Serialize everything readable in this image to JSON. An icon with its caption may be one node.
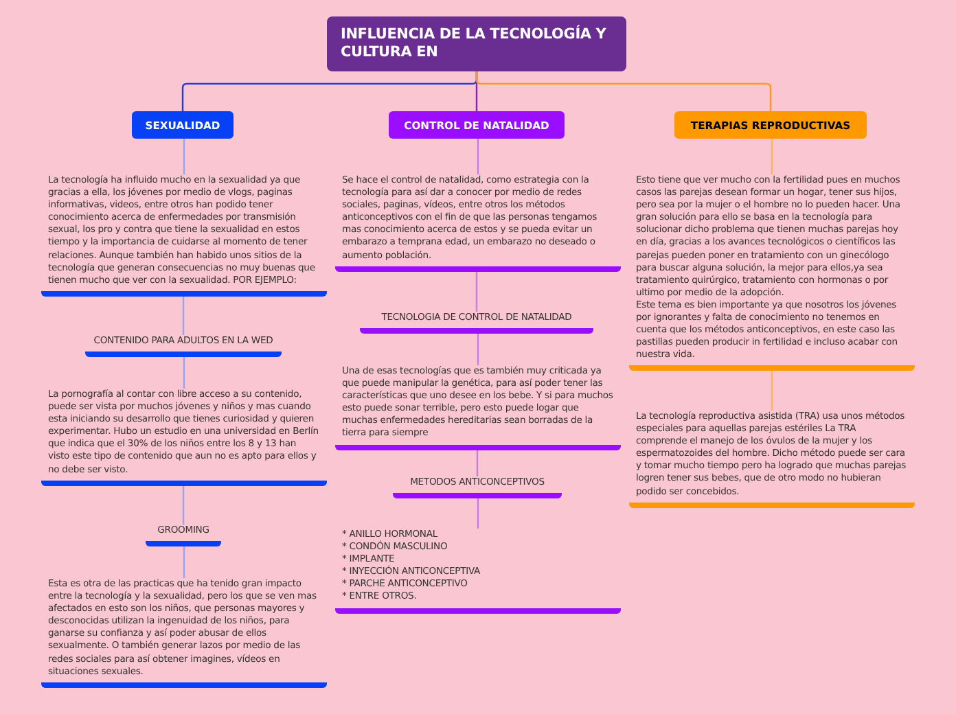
{
  "diagram": {
    "nodes": [
      {
        "text": [
          "INFLUENCIA DE LA TECNOLOGÍA Y CULTURA EN"
        ]
      },
      {
        "text": [
          "SEXUALIDAD"
        ]
      },
      {
        "text": [
          "CONTROL DE NATALIDAD"
        ]
      },
      {
        "text": [
          "TERAPIAS REPRODUCTIVAS"
        ]
      },
      {
        "text": [
          "La tecnología ha influido mucho en la sexualidad ya que gracias a ella, los jóvenes por medio de vlogs, paginas informativas, videos, entre otros han podido tener conocimiento acerca de enfermedades por transmisión sexual, los pro y contra que tiene la sexualidad en estos tiempo y la importancia de cuidarse al momento de tener relaciones. Aunque también han habido unos sitios de la tecnología que generan consecuencias no muy buenas que tienen mucho que ver con la sexualidad. POR EJEMPLO:"
        ]
      },
      {
        "text": [
          "CONTENIDO PARA ADULTOS EN LA WED"
        ]
      },
      {
        "text": [
          "La pornografía al contar con libre acceso a su contenido, puede ser vista por muchos jóvenes y niños y mas cuando esta iniciando su desarrollo que tienes curiosidad y quieren experimentar. Hubo un estudio en una universidad en Berlín que indica que el 30% de los niños entre los 8 y 13 han visto este tipo de contenido que aun no es apto para ellos y no debe ser visto."
        ]
      },
      {
        "text": [
          "GROOMING"
        ]
      },
      {
        "text": [
          "Esta es otra de las practicas que ha tenido gran impacto entre la tecnología y la sexualidad, pero los que se ven mas afectados en esto son los niños, que personas mayores y desconocidas utilizan la ingenuidad de los niños, para ganarse su confianza y así poder abusar de ellos sexualmente. O también generar lazos por medio de las redes sociales para así obtener imagines, vídeos en situaciones sexuales."
        ]
      },
      {
        "text": [
          "Se hace el control de natalidad, como estrategia con la tecnología para así dar a conocer por medio de redes sociales, paginas, vídeos, entre otros los métodos anticonceptivos con el fin de que las personas tengamos mas conocimiento acerca de estos y se pueda evitar un embarazo a temprana edad, un embarazo no deseado o aumento población."
        ]
      },
      {
        "text": [
          "TECNOLOGIA DE CONTROL DE NATALIDAD"
        ]
      },
      {
        "text": [
          "Una de esas tecnologías que es también muy criticada ya que puede manipular la genética, para así poder tener las características que uno desee en los bebe. Y si para muchos esto puede sonar terrible, pero esto puede logar que muchas enfermedades hereditarias sean borradas de la tierra para siempre"
        ]
      },
      {
        "text": [
          "METODOS ANTICONCEPTIVOS"
        ]
      },
      {
        "text": [
          "* ANILLO HORMONAL",
          "* CONDÓN MASCULINO",
          "* IMPLANTE",
          "* INYECCIÓN ANTICONCEPTIVA",
          "* PARCHE ANTICONCEPTIVO",
          "* ENTRE OTROS."
        ]
      },
      {
        "text": [
          "Esto tiene que ver mucho con la fertilidad pues en muchos casos las parejas desean formar un hogar, tener sus hijos, pero sea por la mujer o el hombre no lo pueden hacer. Una gran solución para ello se basa en la tecnología para solucionar dicho problema que tienen muchas parejas hoy en día, gracias a los avances tecnológicos o científicos las parejas pueden poner en tratamiento con un ginecólogo para buscar alguna solución, la mejor para ellos,ya sea tratamiento quirúrgico, tratamiento con hormonas o por ultimo por medio de la adopción.",
          "Este tema es bien importante ya que nosotros los jóvenes por ignorantes y falta de conocimiento no tenemos en cuenta que los métodos anticonceptivos, en este caso las pastillas pueden producir in fertilidad e incluso acabar con nuestra vida."
        ]
      },
      {
        "text": [
          "La tecnología reproductiva asistida (TRA) usa unos métodos especiales para aquellas parejas estériles La TRA comprende el manejo de los óvulos de la mujer y los espermatozoides del hombre. Dicho método puede ser cara y tomar mucho tiempo  pero ha logrado que muchas parejas logren tener sus bebes, que de otro modo no hubieran podido ser concebidos."
        ]
      }
    ],
    "edges": [
      {
        "from": 0,
        "to": 1,
        "arrow": "none",
        "color": "#1f3fe0"
      },
      {
        "from": 0,
        "to": 2,
        "arrow": "none",
        "color": "#8a1fc8"
      },
      {
        "from": 0,
        "to": 3,
        "arrow": "none",
        "color": "#ff9a1a"
      },
      {
        "from": 1,
        "to": 4,
        "arrow": "none",
        "color": "#9aa4ee"
      },
      {
        "from": 4,
        "to": 5,
        "arrow": "none",
        "color": "#9aa4ee"
      },
      {
        "from": 5,
        "to": 6,
        "arrow": "none",
        "color": "#9aa4ee"
      },
      {
        "from": 6,
        "to": 7,
        "arrow": "none",
        "color": "#9aa4ee"
      },
      {
        "from": 7,
        "to": 8,
        "arrow": "none",
        "color": "#9aa4ee"
      },
      {
        "from": 2,
        "to": 9,
        "arrow": "none",
        "color": "#c77ee0"
      },
      {
        "from": 9,
        "to": 10,
        "arrow": "none",
        "color": "#c77ee0"
      },
      {
        "from": 10,
        "to": 11,
        "arrow": "none",
        "color": "#c77ee0"
      },
      {
        "from": 11,
        "to": 12,
        "arrow": "none",
        "color": "#c77ee0"
      },
      {
        "from": 12,
        "to": 13,
        "arrow": "none",
        "color": "#c77ee0"
      },
      {
        "from": 3,
        "to": 14,
        "arrow": "none",
        "color": "#f7b56a"
      },
      {
        "from": 14,
        "to": 15,
        "arrow": "none",
        "color": "#f7b56a"
      }
    ]
  }
}
